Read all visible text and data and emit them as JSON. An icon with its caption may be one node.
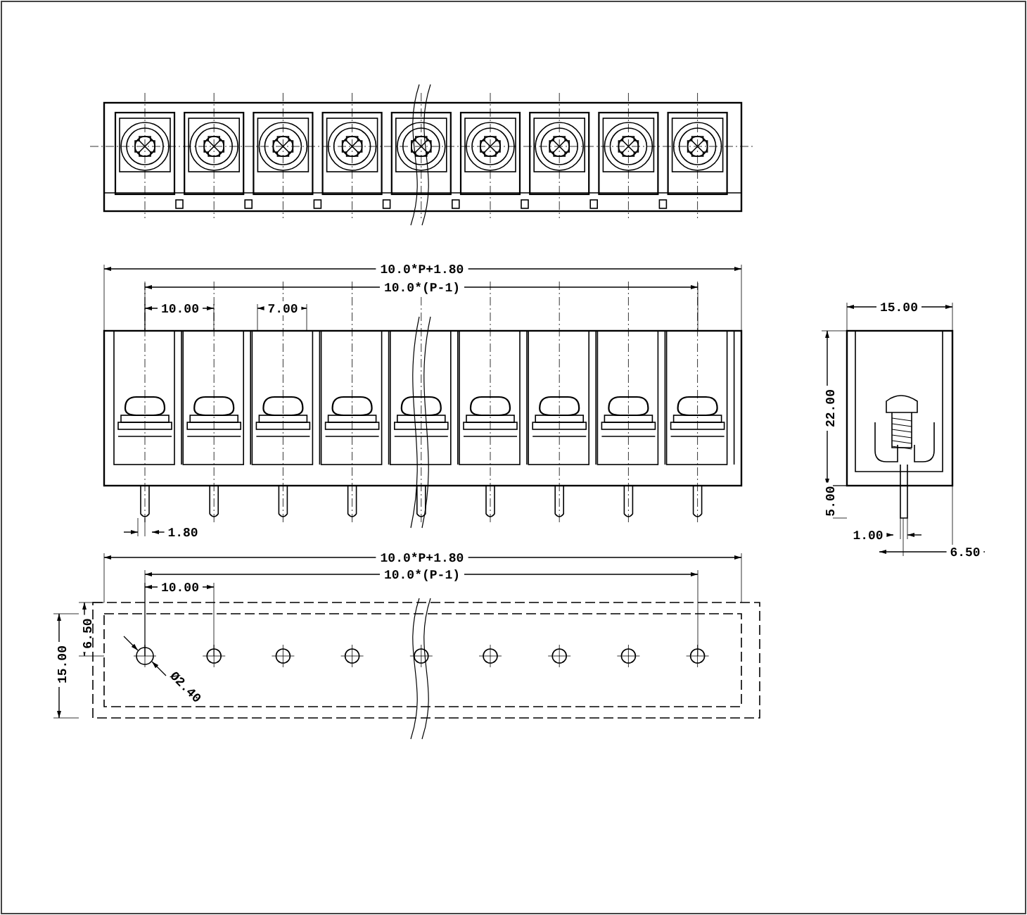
{
  "diagram": {
    "labels": [
      "10.0*P+1.80",
      "10.0*(P-1)",
      "10.00",
      "7.00",
      "15.00",
      "22.00",
      "5.00",
      "1.80",
      "1.00",
      "6.50",
      "10.0*P+1.80",
      "10.0*(P-1)",
      "10.00",
      "6.50",
      "15.00",
      "Ø2.40"
    ]
  }
}
